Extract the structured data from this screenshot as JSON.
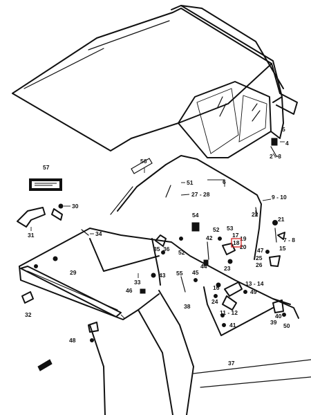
{
  "callouts": [
    {
      "id": "c57",
      "text": "57"
    },
    {
      "id": "c56",
      "text": "56"
    },
    {
      "id": "c51",
      "text": "51"
    },
    {
      "id": "c27",
      "text": "27 - 28"
    },
    {
      "id": "c6",
      "text": "6"
    },
    {
      "id": "c30",
      "text": "30"
    },
    {
      "id": "c31",
      "text": "31"
    },
    {
      "id": "c34",
      "text": "34"
    },
    {
      "id": "c35",
      "text": "35"
    },
    {
      "id": "c36",
      "text": "36"
    },
    {
      "id": "c52a",
      "text": "52"
    },
    {
      "id": "c54",
      "text": "54"
    },
    {
      "id": "c52b",
      "text": "52"
    },
    {
      "id": "c53",
      "text": "53"
    },
    {
      "id": "c42",
      "text": "42"
    },
    {
      "id": "c44",
      "text": "44"
    },
    {
      "id": "c17",
      "text": "17"
    },
    {
      "id": "c18",
      "text": "18"
    },
    {
      "id": "c19",
      "text": "19"
    },
    {
      "id": "c20",
      "text": "20"
    },
    {
      "id": "c23",
      "text": "23"
    },
    {
      "id": "c22",
      "text": "22"
    },
    {
      "id": "c9",
      "text": "9 - 10"
    },
    {
      "id": "c5",
      "text": "5"
    },
    {
      "id": "c4",
      "text": "4"
    },
    {
      "id": "c2",
      "text": "2 - 3"
    },
    {
      "id": "c21",
      "text": "21"
    },
    {
      "id": "c15",
      "text": "15"
    },
    {
      "id": "c7",
      "text": "7 - 8"
    },
    {
      "id": "c47",
      "text": "47"
    },
    {
      "id": "c25",
      "text": "25"
    },
    {
      "id": "c26",
      "text": "26"
    },
    {
      "id": "c29",
      "text": "29"
    },
    {
      "id": "c33",
      "text": "33"
    },
    {
      "id": "c43",
      "text": "43"
    },
    {
      "id": "c55",
      "text": "55"
    },
    {
      "id": "c45",
      "text": "45"
    },
    {
      "id": "c13",
      "text": "13 - 14"
    },
    {
      "id": "c16",
      "text": "16"
    },
    {
      "id": "c24",
      "text": "24"
    },
    {
      "id": "c49",
      "text": "49"
    },
    {
      "id": "c46",
      "text": "46"
    },
    {
      "id": "c38",
      "text": "38"
    },
    {
      "id": "c11",
      "text": "11 - 12"
    },
    {
      "id": "c41",
      "text": "41"
    },
    {
      "id": "c39",
      "text": "39"
    },
    {
      "id": "c40",
      "text": "40"
    },
    {
      "id": "c50",
      "text": "50"
    },
    {
      "id": "c32",
      "text": "32"
    },
    {
      "id": "c48",
      "text": "48"
    },
    {
      "id": "c37",
      "text": "37"
    }
  ],
  "highlighted_callout": "18"
}
